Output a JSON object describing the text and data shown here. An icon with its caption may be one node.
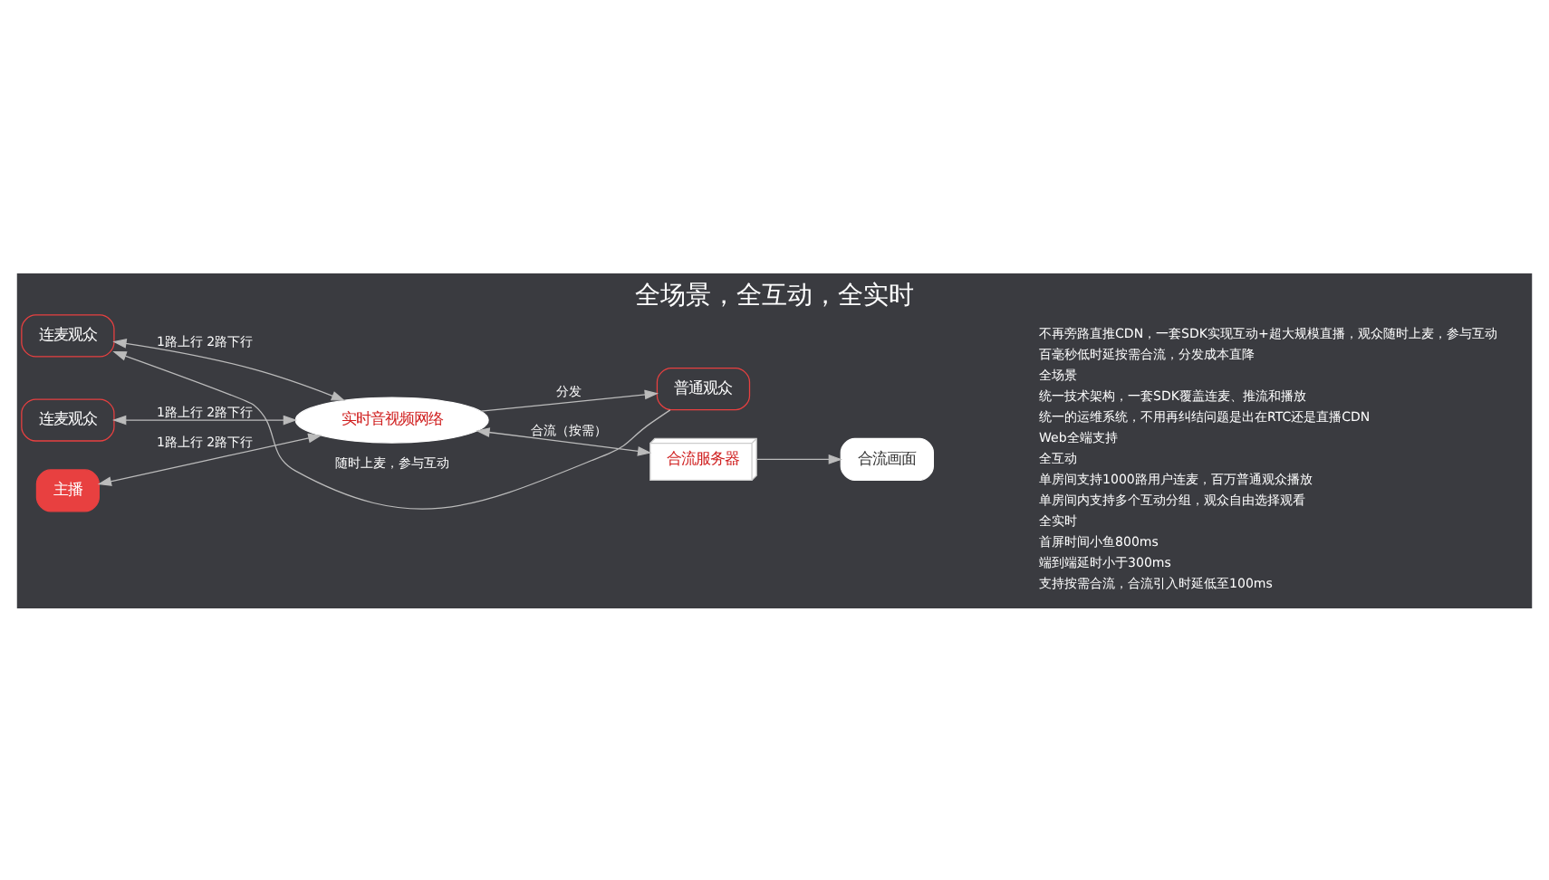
{
  "diagram": {
    "title": "全场景，全互动，全实时",
    "nodes": [
      {
        "text": [
          "连麦观众"
        ]
      },
      {
        "text": [
          "连麦观众"
        ]
      },
      {
        "text": [
          "主播"
        ]
      },
      {
        "text": [
          "实时音视频网络"
        ]
      },
      {
        "text": [
          "普通观众"
        ]
      },
      {
        "text": [
          "合流服务器"
        ]
      },
      {
        "text": [
          "合流画面"
        ]
      }
    ],
    "edges": [
      {
        "from": 4,
        "to": 0,
        "arrow": "to",
        "label": "随时上麦，参与互动"
      },
      {
        "from": 0,
        "to": 3,
        "arrow": "both",
        "label": "1路上行 2路下行"
      },
      {
        "from": 1,
        "to": 3,
        "arrow": "both",
        "label": "1路上行 2路下行"
      },
      {
        "from": 2,
        "to": 3,
        "arrow": "both",
        "label": "1路上行 2路下行"
      },
      {
        "from": 3,
        "to": 4,
        "arrow": "to",
        "label": "分发"
      },
      {
        "from": 3,
        "to": 5,
        "arrow": "both",
        "label": "合流（按需）"
      },
      {
        "from": 5,
        "to": 6,
        "arrow": "to"
      }
    ],
    "labels": [
      "不再旁路直推CDN，一套SDK实现互动+超大规模直播，观众随时上麦，参与互动",
      "百毫秒低时延按需合流，分发成本直降",
      "全场景",
      "统一技术架构，一套SDK覆盖连麦、推流和播放",
      "统一的运维系统，不用再纠结问题是出在RTC还是直播CDN",
      "Web全端支持",
      "全互动",
      "单房间支持1000路用户连麦，百万普通观众播放",
      "单房间内支持多个互动分组，观众自由选择观看",
      "全实时",
      "首屏时间小鱼800ms",
      "端到端延时小于300ms",
      "支持按需合流，合流引入时延低至100ms"
    ]
  }
}
